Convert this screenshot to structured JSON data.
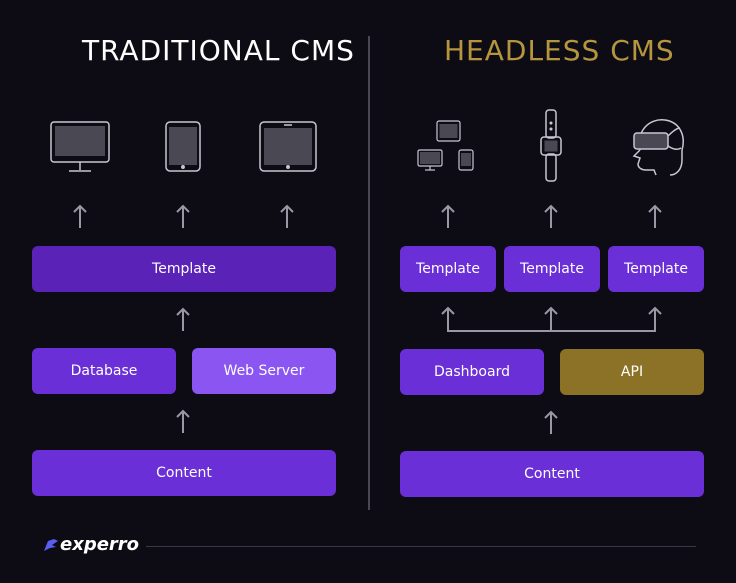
{
  "titles": {
    "traditional": "TRADITIONAL CMS",
    "headless": "HEADLESS CMS"
  },
  "traditional": {
    "template": "Template",
    "database": "Database",
    "web_server": "Web Server",
    "content": "Content",
    "devices": [
      "monitor-icon",
      "phone-icon",
      "tablet-icon"
    ]
  },
  "headless": {
    "templates": [
      "Template",
      "Template",
      "Template"
    ],
    "dashboard": "Dashboard",
    "api": "API",
    "content": "Content",
    "devices": [
      "multi-device-icon",
      "smartwatch-icon",
      "vr-headset-icon"
    ]
  },
  "footer": {
    "logo": "experro"
  },
  "colors": {
    "background": "#0d0c15",
    "purple": "#6a2fd6",
    "purple_light": "#8a55f0",
    "gold": "#8c7227",
    "gold_text": "#b5953d",
    "arrow": "#9a98a4",
    "icon": "#c8c6d0"
  }
}
